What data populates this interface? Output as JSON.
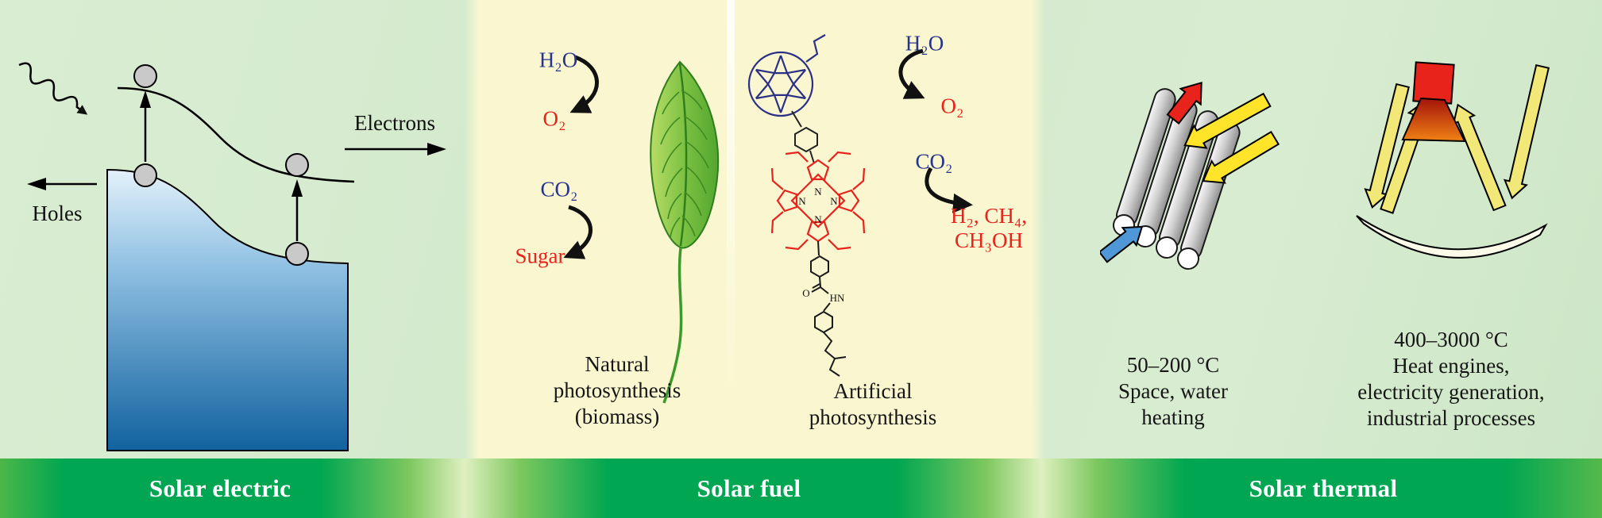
{
  "colors": {
    "background_green": "#d5eacf",
    "panel_yellow": "#faf7d0",
    "banner_green": "#00a651",
    "text_blue": "#27348b",
    "text_red": "#e8231c",
    "semiconductor_blue": "#11629f",
    "leaf_green": "#7cc142",
    "sun_arrow_yellow": "#ffe42a",
    "hot_arrow_red": "#e8231c",
    "cold_arrow_blue": "#4f97d7"
  },
  "banner": {
    "solar_electric": "Solar electric",
    "solar_fuel": "Solar fuel",
    "solar_thermal": "Solar thermal"
  },
  "solar_electric": {
    "electrons_label": "Electrons",
    "holes_label": "Holes"
  },
  "solar_fuel": {
    "natural": {
      "h2o": "H₂O",
      "o2": "O₂",
      "co2": "CO₂",
      "sugar": "Sugar",
      "caption_line1": "Natural",
      "caption_line2": "photosynthesis",
      "caption_line3": "(biomass)"
    },
    "artificial": {
      "h2o": "H₂O",
      "o2": "O₂",
      "co2": "CO₂",
      "products_line1": "H₂, CH₄,",
      "products_line2": "CH₃OH",
      "caption_line1": "Artificial",
      "caption_line2": "photosynthesis",
      "molecule": {
        "n1": "N",
        "n2": "N",
        "n3": "N",
        "n4": "N",
        "amide_o": "O",
        "amide_nh": "HN"
      }
    }
  },
  "solar_thermal": {
    "flat_collector": {
      "caption_line1": "50–200 °C",
      "caption_line2": "Space, water",
      "caption_line3": "heating"
    },
    "concentrator": {
      "caption_line1": "400–3000 °C",
      "caption_line2": "Heat engines,",
      "caption_line3": "electricity generation,",
      "caption_line4": "industrial processes"
    }
  }
}
